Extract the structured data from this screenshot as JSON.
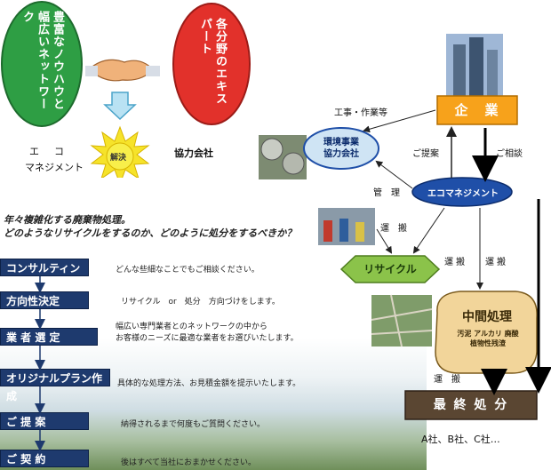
{
  "left_panel": {
    "green_bubble_text": "豊富なノウハウと幅広いネットワーク",
    "red_bubble_text": "各分野のエキスパート",
    "sun_label": "解決",
    "eco_label_line1": "エ　コ",
    "eco_label_line2": "マネジメント",
    "partner_label": "協力会社"
  },
  "headline": {
    "line1": "年々複雑化する廃棄物処理。",
    "line2": "どのようなリサイクルをするのか、どのように処分をするべきか？"
  },
  "steps": [
    {
      "label": "コンサルティング",
      "desc": "どんな些細なことでもご相談ください。"
    },
    {
      "label": "方向性決定",
      "desc": "リサイクル　or　処分　方向づけをします。"
    },
    {
      "label": "業 者 選 定",
      "desc": "幅広い専門業者とのネットワークの中から\nお客様のニーズに最適な業者をお選びいたします。"
    },
    {
      "label": "オリジナルプラン作成",
      "desc": "具体的な処理方法、お見積金額を提示いたします。"
    },
    {
      "label": "ご 提 案",
      "desc": "納得されるまで何度もご質問ください。"
    },
    {
      "label": "ご 契 約",
      "desc": "後はすべて当社におまかせください。"
    }
  ],
  "flow": {
    "company": "企　業",
    "eco_management": "エコマネジメント",
    "env_partner": "環境事業\n協力会社",
    "construction": "工事・作業等",
    "proposal": "ご提案",
    "consultation": "ご相談",
    "management": "管　理",
    "transport1": "運　搬",
    "recycle": "リサイクル",
    "transport2": "運 搬",
    "transport3": "運 搬",
    "intermediate_title": "中間処理",
    "intermediate_desc": "汚泥 アルカリ 廃酸\n植物性残渣",
    "transport4": "運　搬",
    "final_disposal": "最 終 処 分",
    "companies": "A社、B社、C社…"
  },
  "colors": {
    "green": "#2e9e44",
    "red": "#e2312b",
    "navy": "#1e3a6e",
    "orange": "#f7a21b",
    "blue_oval": "#1f4fa8",
    "recycle_green": "#8bc34a",
    "tan": "#f2d59a",
    "dark_brown": "#5a4632"
  }
}
